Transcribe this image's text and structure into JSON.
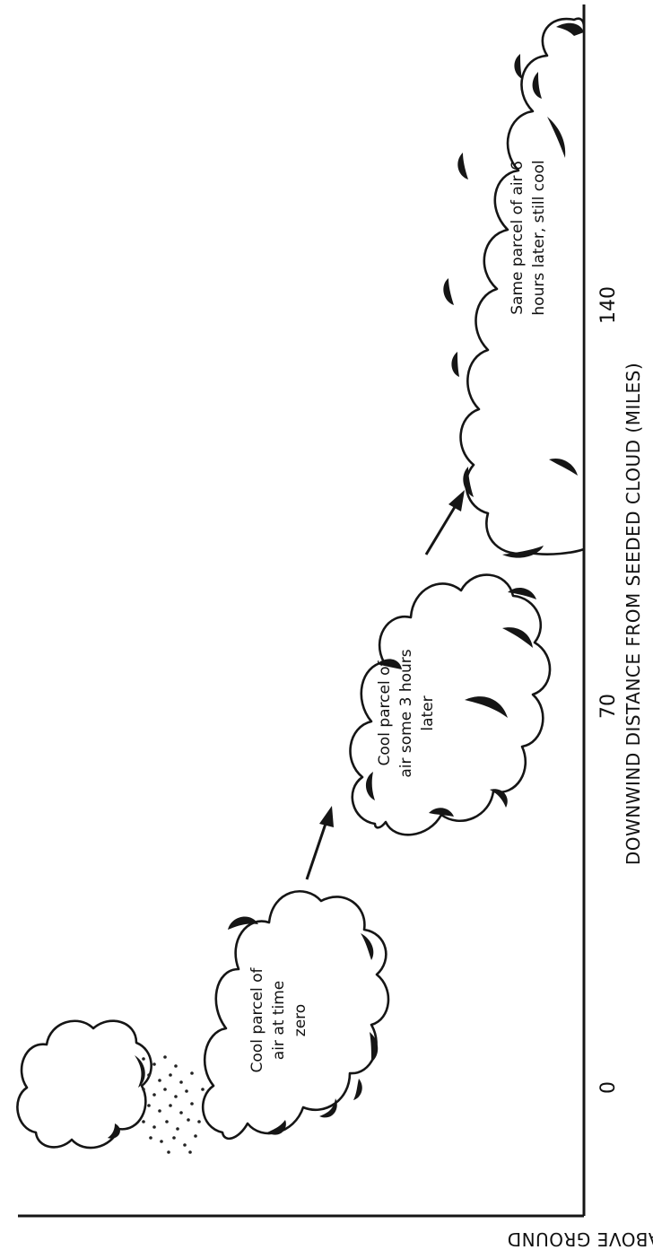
{
  "axes": {
    "x_title": "DOWNWIND DISTANCE FROM SEEDED CLOUD (MILES)",
    "y_title": "HEIGHT ABOVE GROUND",
    "x_ticks": [
      "0",
      "70",
      "140"
    ]
  },
  "clouds": [
    {
      "id": "seeded",
      "lines": []
    },
    {
      "id": "time-zero",
      "lines": [
        "Cool parcel of",
        "air at time",
        "zero"
      ]
    },
    {
      "id": "three-hours",
      "lines": [
        "Cool parcel of",
        "air some 3 hours",
        "later"
      ]
    },
    {
      "id": "six-hours",
      "lines": [
        "Same parcel of air 6",
        "hours later, still cool"
      ]
    }
  ],
  "colors": {
    "ink": "#151515",
    "paper": "#ffffff"
  }
}
